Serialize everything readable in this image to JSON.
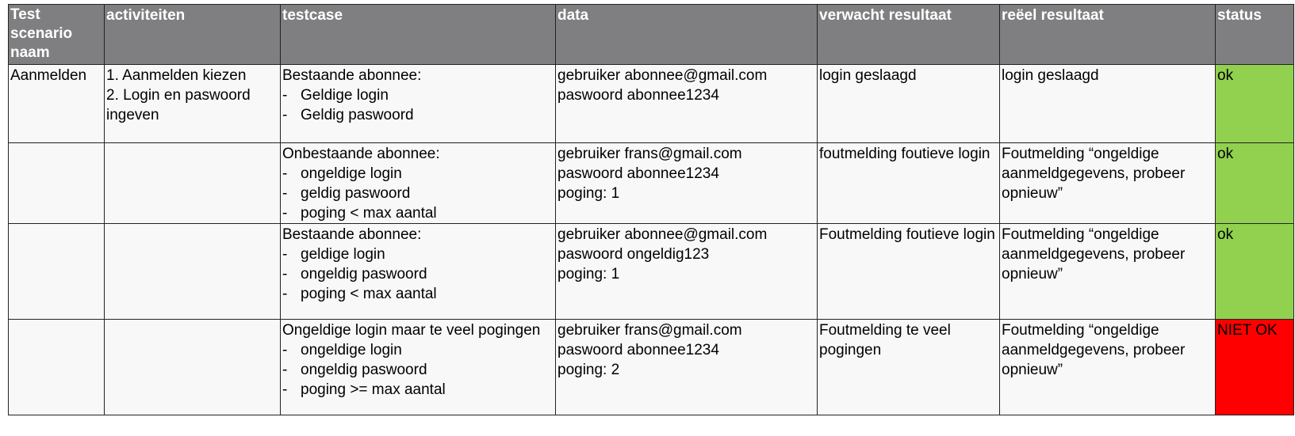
{
  "headers": {
    "scenario": "Test scenario naam",
    "activities": "activiteiten",
    "testcase": "testcase",
    "data": "data",
    "expected": "verwacht resultaat",
    "actual": "reëel resultaat",
    "status": "status"
  },
  "rows": [
    {
      "scenario": "Aanmelden",
      "activities": [
        "1. Aanmelden kiezen",
        "2. Login en paswoord ingeven"
      ],
      "testcase_title": "Bestaande abonnee:",
      "testcase_items": [
        "Geldige login",
        "Geldig paswoord"
      ],
      "data": [
        "gebruiker abonnee@gmail.com",
        "paswoord abonnee1234"
      ],
      "expected": "login geslaagd",
      "actual": "login geslaagd",
      "status": "ok"
    },
    {
      "scenario": "",
      "activities": [],
      "testcase_title": "Onbestaande abonnee:",
      "testcase_items": [
        "ongeldige login",
        "geldig paswoord",
        "poging < max aantal"
      ],
      "data": [
        "gebruiker frans@gmail.com",
        "paswoord abonnee1234",
        "poging: 1"
      ],
      "expected": "foutmelding foutieve login",
      "actual": "Foutmelding “ongeldige aanmeldgegevens, probeer opnieuw”",
      "status": "ok"
    },
    {
      "scenario": "",
      "activities": [],
      "testcase_title": "Bestaande abonnee:",
      "testcase_items": [
        "geldige login",
        "ongeldig paswoord",
        "poging < max aantal"
      ],
      "data": [
        "gebruiker abonnee@gmail.com",
        "paswoord ongeldig123",
        "poging: 1"
      ],
      "expected": "Foutmelding foutieve login",
      "actual": "Foutmelding “ongeldige aanmeldgegevens, probeer opnieuw”",
      "status": "ok"
    },
    {
      "scenario": "",
      "activities": [],
      "testcase_title": "Ongeldige login maar te veel pogingen",
      "testcase_items": [
        "ongeldige login",
        "ongeldig paswoord",
        "poging >= max aantal"
      ],
      "data": [
        "gebruiker frans@gmail.com",
        "paswoord abonnee1234",
        "poging: 2"
      ],
      "expected": "Foutmelding te veel pogingen",
      "actual": "Foutmelding “ongeldige aanmeldgegevens, probeer opnieuw”",
      "status": "NIET OK"
    }
  ],
  "colors": {
    "header_bg": "#7f7f81",
    "status_ok": "#92d050",
    "status_fail": "#ff0000"
  }
}
